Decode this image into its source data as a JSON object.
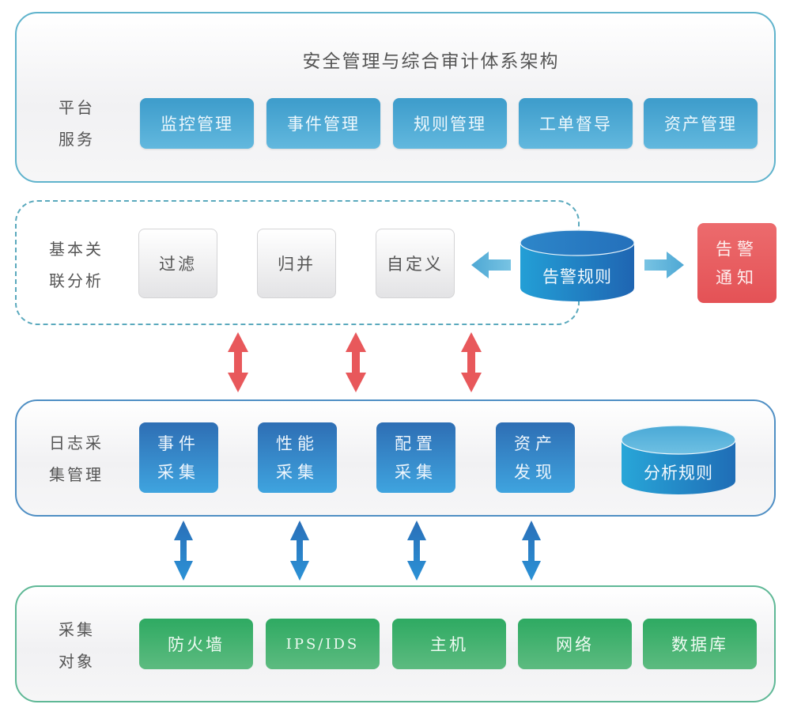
{
  "title": "安全管理与综合审计体系架构",
  "platform": {
    "label_lines": [
      "平台",
      "服务"
    ],
    "items": [
      "监控管理",
      "事件管理",
      "规则管理",
      "工单督导",
      "资产管理"
    ]
  },
  "analysis": {
    "label_lines": [
      "基本关",
      "联分析"
    ],
    "items": [
      "过滤",
      "归并",
      "自定义"
    ],
    "rules_db": "告警规则",
    "alert": {
      "lines": [
        "告警",
        "通知"
      ]
    }
  },
  "collect": {
    "label_lines": [
      "日志采",
      "集管理"
    ],
    "items": [
      {
        "lines": [
          "事件",
          "采集"
        ]
      },
      {
        "lines": [
          "性能",
          "采集"
        ]
      },
      {
        "lines": [
          "配置",
          "采集"
        ]
      },
      {
        "lines": [
          "资产",
          "发现"
        ]
      }
    ],
    "rules_db": "分析规则"
  },
  "targets": {
    "label_lines": [
      "采集",
      "对象"
    ],
    "items": [
      "防火墙",
      "IPS/IDS",
      "主机",
      "网络",
      "数据库"
    ]
  },
  "colors": {
    "platform_blue": "#4aa8d4",
    "collect_blue": "#3585c8",
    "alert_red": "#e85a5d",
    "target_green": "#3fae6c",
    "arrow_red": "#e8585b",
    "arrow_blue": "#2a7fc8",
    "arrow_light_blue": "#5db6da"
  }
}
